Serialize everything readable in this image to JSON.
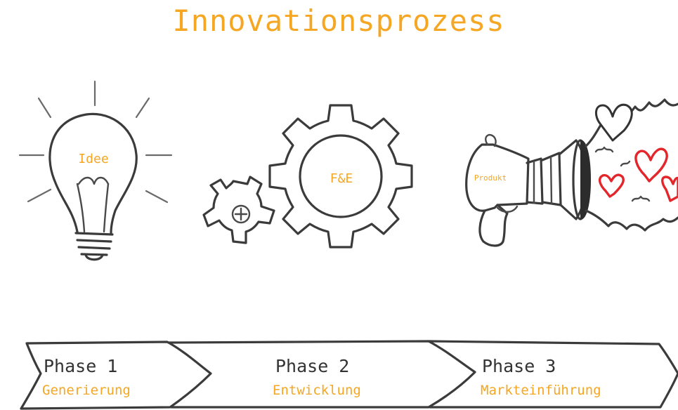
{
  "title": "Innovationsprozess",
  "icons": {
    "idea": {
      "label": "Idee",
      "icon": "lightbulb-icon"
    },
    "rnd": {
      "label": "F&E",
      "icon": "gears-icon"
    },
    "product": {
      "label": "Produkt",
      "icon": "blaster-icon"
    }
  },
  "phases": [
    {
      "name": "Phase 1",
      "subtitle": "Generierung"
    },
    {
      "name": "Phase 2",
      "subtitle": "Entwicklung"
    },
    {
      "name": "Phase 3",
      "subtitle": "Markteinführung"
    }
  ],
  "colors": {
    "accent": "#f5a623",
    "ink": "#333333",
    "heart": "#e3262b"
  }
}
